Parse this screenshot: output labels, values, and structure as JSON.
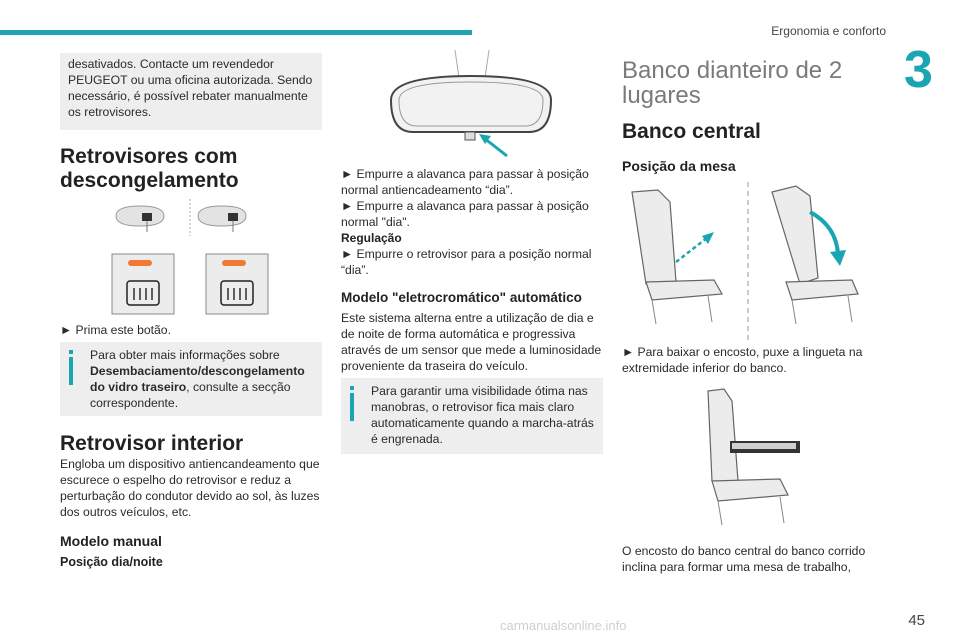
{
  "header": {
    "section_title": "Ergonomia e conforto",
    "chapter_number": "3",
    "page_number": "45"
  },
  "col1": {
    "top_note": "desativados. Contacte um revendedor PEUGEOT ou uma oficina autorizada. Sendo necessário, é possível rebater manualmente os retrovisores.",
    "heading_defrost_1": "Retrovisores com",
    "heading_defrost_2": "descongelamento",
    "press_button": "► Prima este botão.",
    "info_text_a": "Para obter mais informações sobre",
    "info_text_bold": "Desembaciamento/descongelamento do vidro traseiro",
    "info_text_b": ", consulte a secção correspondente.",
    "heading_interior": "Retrovisor interior",
    "interior_desc": "Engloba um dispositivo antiencandeamento que escurece o espelho do retrovisor e reduz a perturbação do condutor devido ao sol, às luzes dos outros veículos, etc.",
    "heading_manual": "Modelo manual",
    "heading_day_night": "Posição dia/noite"
  },
  "col2": {
    "step1": "► Empurre a alavanca para passar à posição normal antiencadeamento “dia”.",
    "step2": "► Empurre a alavanca para passar à posição normal \"dia\".",
    "regulation": "Regulação",
    "step3": "► Empurre o retrovisor para a posição normal “dia”.",
    "heading_electro": "Modelo \"eletrocromático\" automático",
    "electro_desc": "Este sistema alterna entre a utilização de dia e de noite de forma automática e progressiva através de um sensor que mede a luminosidade proveniente da traseira do veículo.",
    "info_text": "Para garantir uma visibilidade ótima nas manobras, o retrovisor fica mais claro automaticamente quando a marcha-atrás é engrenada."
  },
  "col3": {
    "title_1": "Banco dianteiro de 2",
    "title_2": "lugares",
    "heading_central": "Banco central",
    "heading_table": "Posição da mesa",
    "lower_backrest": "► Para baixar o encosto, puxe a lingueta na extremidade inferior do banco.",
    "bottom_text": "O encosto do banco central do banco corrido inclina para formar uma mesa de trabalho,"
  },
  "footer_watermark": "carmanualsonline.info",
  "colors": {
    "accent": "#1aa5b2",
    "note_bg": "#eeeeee",
    "button_led": "#f07a33"
  }
}
